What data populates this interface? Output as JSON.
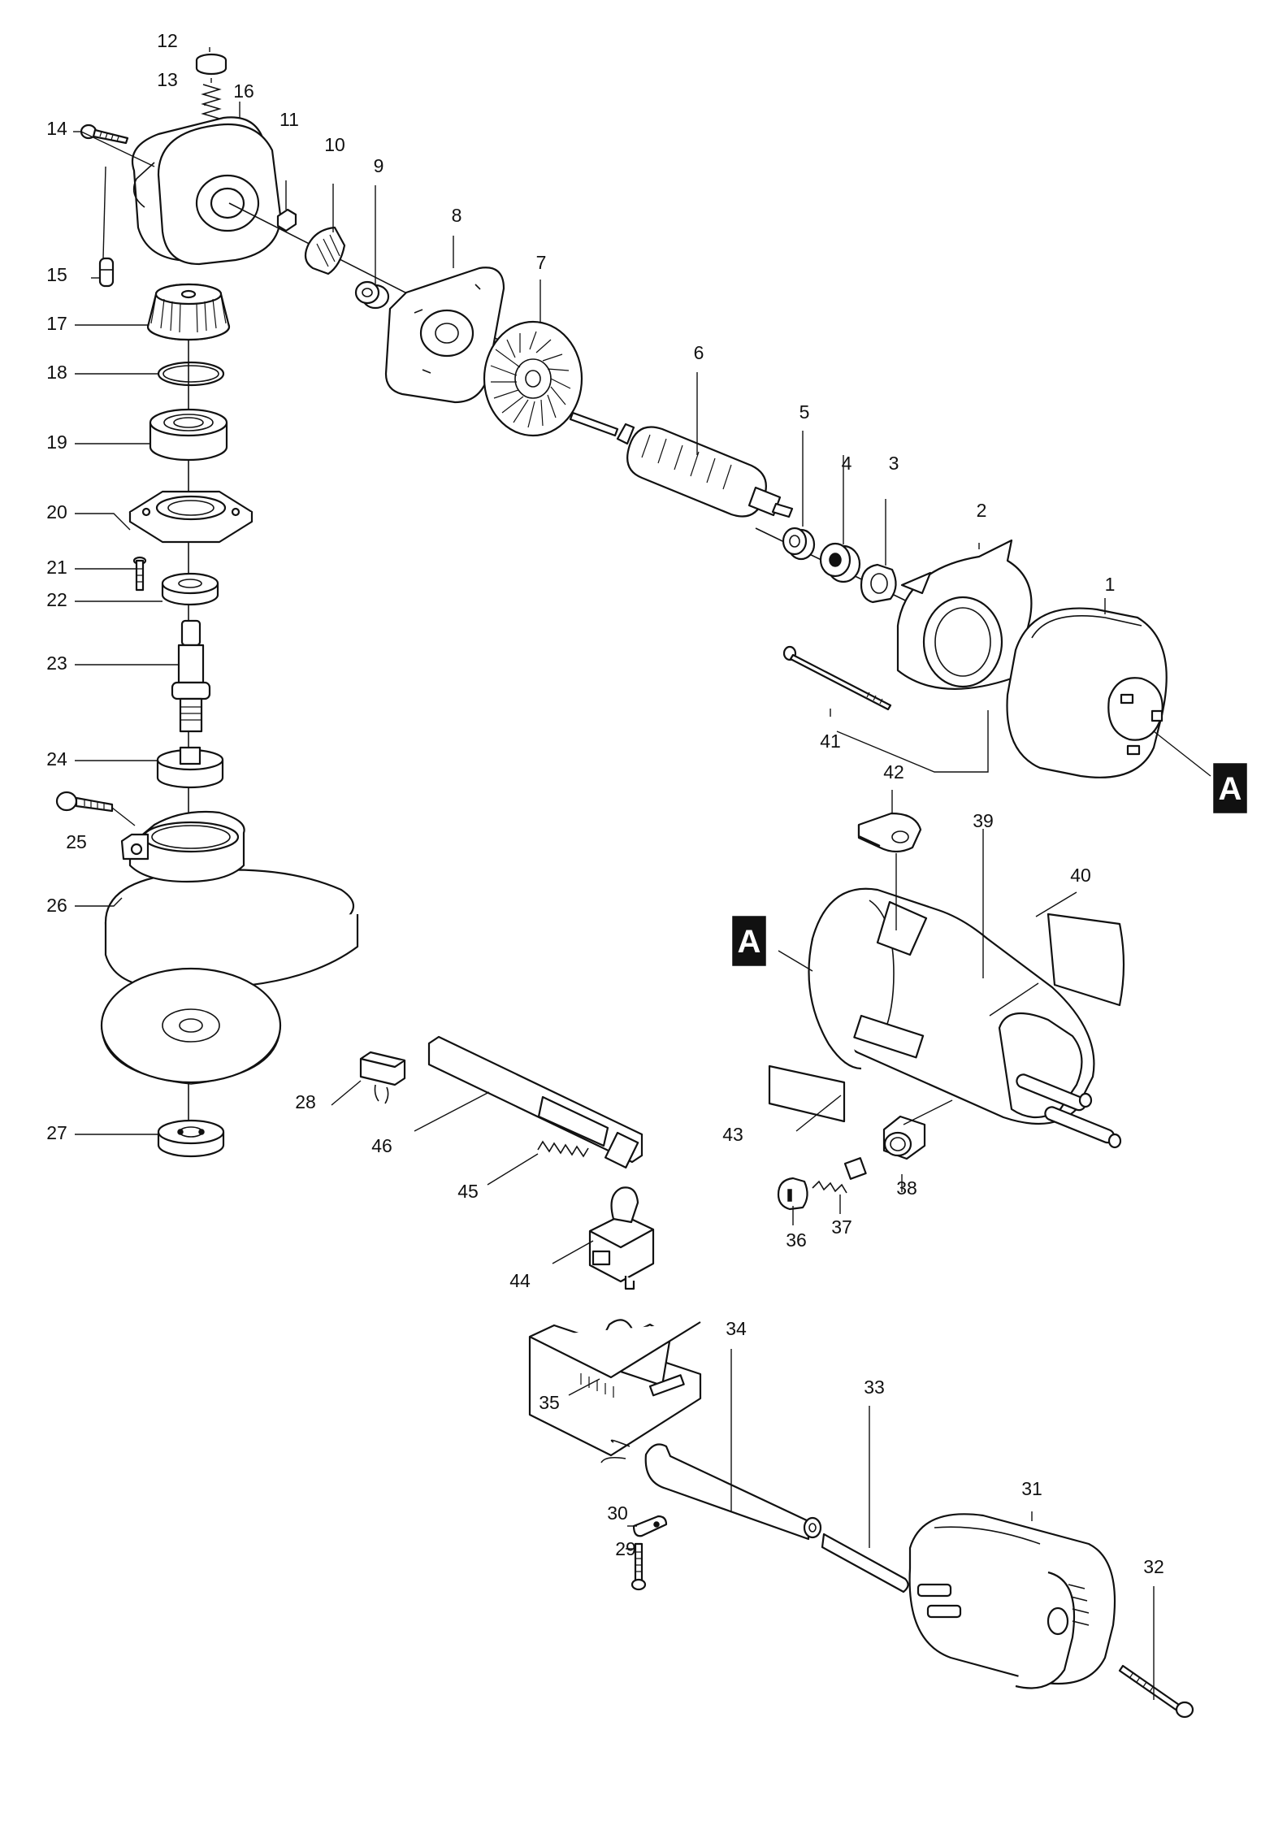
{
  "diagram": {
    "callouts": [
      "1",
      "2",
      "3",
      "4",
      "5",
      "6",
      "7",
      "8",
      "9",
      "10",
      "11",
      "12",
      "13",
      "14",
      "15",
      "16",
      "17",
      "18",
      "19",
      "20",
      "21",
      "22",
      "23",
      "24",
      "25",
      "26",
      "27",
      "28",
      "29",
      "30",
      "31",
      "32",
      "33",
      "34",
      "35",
      "36",
      "37",
      "38",
      "39",
      "40",
      "41",
      "42",
      "43",
      "44",
      "45",
      "46"
    ],
    "ref_markers": [
      "A",
      "A"
    ],
    "colors": {
      "line": "#111111",
      "background": "#ffffff"
    }
  }
}
